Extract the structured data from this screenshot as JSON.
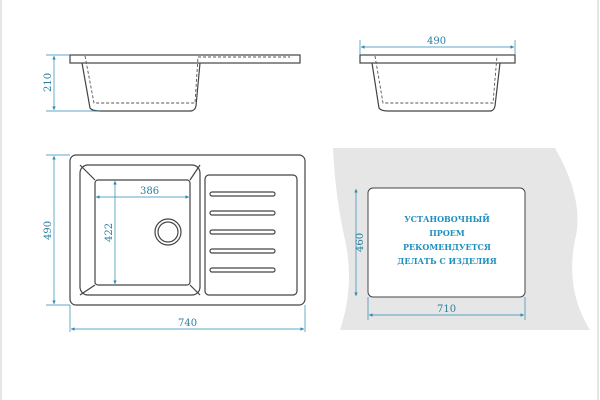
{
  "dimensions": {
    "side_height": "210",
    "side_width": "490",
    "top_height": "490",
    "bowl_width": "386",
    "bowl_height": "422",
    "total_width": "740",
    "cutout_height": "460",
    "cutout_width": "710"
  },
  "cutout_note": [
    "УСТАНОВОЧНЫЙ",
    "ПРОЕМ",
    "РЕКОМЕНДУЕТСЯ",
    "ДЕЛАТЬ С ИЗДЕЛИЯ"
  ],
  "colors": {
    "dimension": "#2a8ab0",
    "surface": "#e6e6e6"
  }
}
